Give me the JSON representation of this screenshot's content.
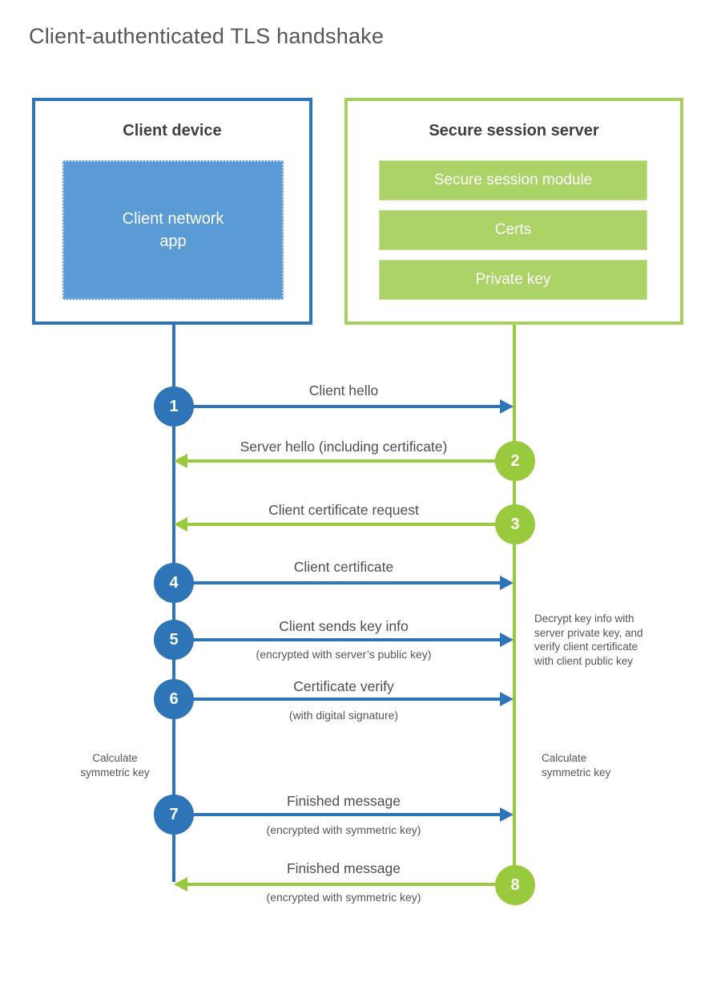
{
  "page": {
    "title": "Client-authenticated TLS handshake"
  },
  "colors": {
    "blue": "#2E75B8",
    "blue_fill": "#5B9BD5",
    "green": "#99C93C",
    "green_border": "#A5D05E",
    "green_fill": "#ABD368"
  },
  "client_box": {
    "title": "Client device",
    "app_label": "Client network\napp"
  },
  "server_box": {
    "title": "Secure session server",
    "modules": [
      {
        "label": "Secure session module"
      },
      {
        "label": "Certs"
      },
      {
        "label": "Private key"
      }
    ]
  },
  "steps": [
    {
      "num": "1",
      "label": "Client hello",
      "sub": "",
      "direction": "client-to-server",
      "color": "blue"
    },
    {
      "num": "2",
      "label": "Server hello (including certificate)",
      "sub": "",
      "direction": "server-to-client",
      "color": "green"
    },
    {
      "num": "3",
      "label": "Client certificate request",
      "sub": "",
      "direction": "server-to-client",
      "color": "green"
    },
    {
      "num": "4",
      "label": "Client certificate",
      "sub": "",
      "direction": "client-to-server",
      "color": "blue"
    },
    {
      "num": "5",
      "label": "Client sends key info",
      "sub": "(encrypted with server’s public key)",
      "direction": "client-to-server",
      "color": "blue"
    },
    {
      "num": "6",
      "label": "Certificate verify",
      "sub": "(with digital signature)",
      "direction": "client-to-server",
      "color": "blue"
    },
    {
      "num": "7",
      "label": "Finished message",
      "sub": "(encrypted with symmetric key)",
      "direction": "client-to-server",
      "color": "blue"
    },
    {
      "num": "8",
      "label": "Finished message",
      "sub": "(encrypted with symmetric key)",
      "direction": "server-to-client",
      "color": "green"
    }
  ],
  "notes": {
    "decrypt": "Decrypt key info with\nserver private key, and\nverify client certificate\nwith client public key",
    "calc_left": "Calculate\nsymmetric key",
    "calc_right": "Calculate\nsymmetric key"
  }
}
